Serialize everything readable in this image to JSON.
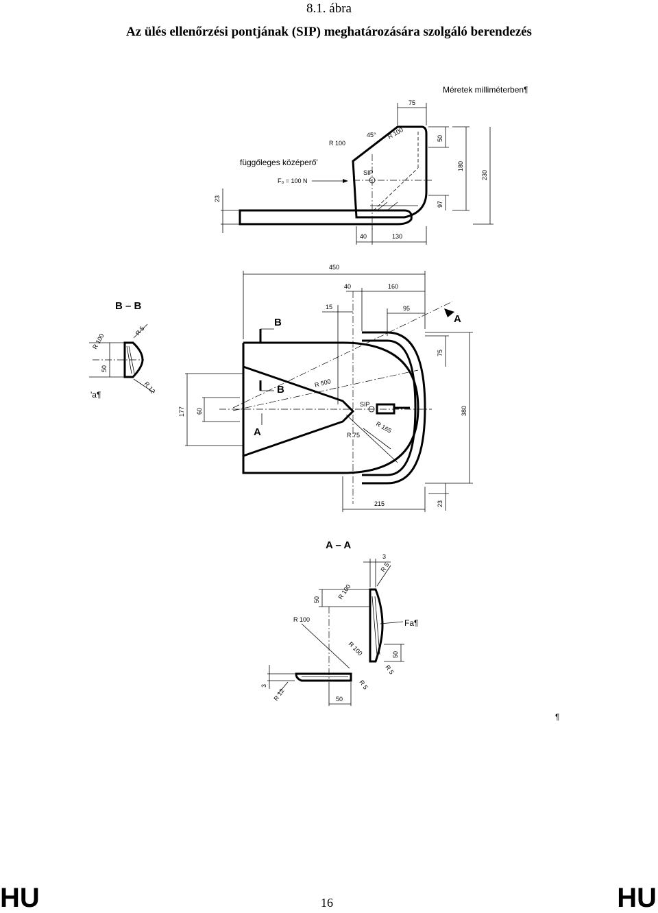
{
  "figure": {
    "number": "8.1. ábra",
    "title": "Az ülés ellenőrzési pontjának (SIP) meghatározására szolgáló berendezés"
  },
  "drawing": {
    "units_note": "Méretek milliméterben¶",
    "vertical_force_label": "függőleges középerő'",
    "force_label": "F₀ = 100 N",
    "sip_label": "SIP",
    "section_bb": "B – B",
    "section_aa": "A – A",
    "cut_b": "B",
    "cut_a": "A",
    "material_label": "Fa¶",
    "material_label_cut": "'a¶",
    "pilcrow": "¶",
    "side_view_dims": [
      "75",
      "45°",
      "R 100",
      "R 100",
      "50",
      "180",
      "230",
      "97",
      "23",
      "40",
      "130"
    ],
    "plan_view_dims": [
      "450",
      "40",
      "160",
      "15",
      "95",
      "75",
      "R 500",
      "177",
      "60",
      "380",
      "R 165",
      "R 75",
      "215",
      "23"
    ],
    "bb_dims": [
      "R 100",
      "R 5",
      "50",
      "R 12"
    ],
    "aa_dims": [
      "3",
      "R 5",
      "R 100",
      "50",
      "R 100",
      "R 100",
      "50",
      "R 5",
      "3",
      "R 12",
      "50",
      "R 5"
    ]
  },
  "footer": {
    "left": "HU",
    "right": "HU",
    "page": "16"
  }
}
